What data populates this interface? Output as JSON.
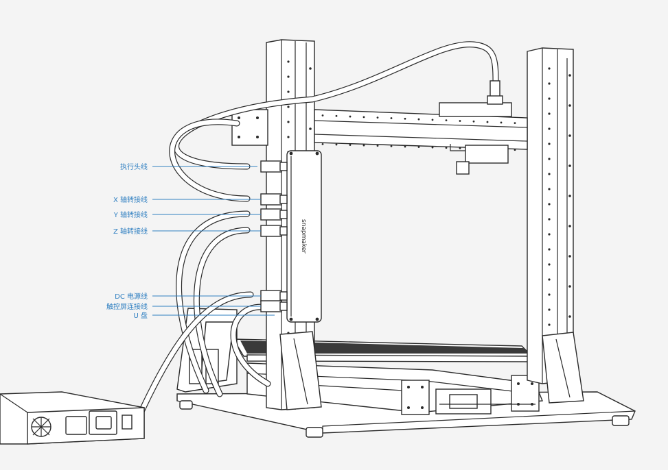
{
  "diagram": {
    "brand_text": "snapmaker",
    "label_color": "#2f7fc1",
    "labels": [
      {
        "id": "toolhead",
        "text": "执行头线"
      },
      {
        "id": "x_axis",
        "text": "X 轴转接线"
      },
      {
        "id": "y_axis",
        "text": "Y 轴转接线"
      },
      {
        "id": "z_axis",
        "text": "Z 轴转接线"
      },
      {
        "id": "dc_power",
        "text": "DC 电源线"
      },
      {
        "id": "touchscreen",
        "text": "触控屏连接线"
      },
      {
        "id": "usb",
        "text": "U 盘"
      }
    ]
  }
}
